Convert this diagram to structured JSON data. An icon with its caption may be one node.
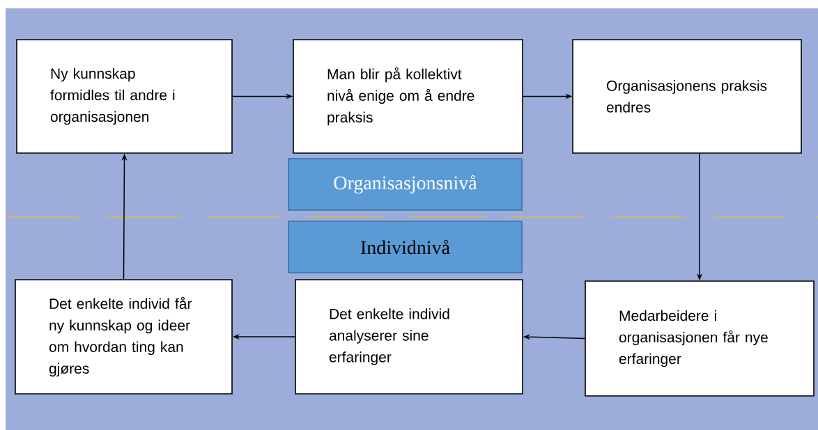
{
  "diagram": {
    "nodes": [
      {
        "text": [
          "Ny kunnskap formidles til andre i organisasjonen"
        ]
      },
      {
        "text": [
          "Man blir på kollektivt nivå enige om å endre praksis"
        ]
      },
      {
        "text": [
          "Organisasjonens praksis endres"
        ]
      },
      {
        "text": [
          "Organisasjonsnivå"
        ]
      },
      {
        "text": [
          "Individnivå"
        ]
      },
      {
        "text": [
          "Det enkelte individ får ny kunnskap og ideer om hvordan ting kan gjøres"
        ]
      },
      {
        "text": [
          "Det enkelte individ analyserer sine erfaringer"
        ]
      },
      {
        "text": [
          "Medarbeidere i organisasjonen får nye erfaringer"
        ]
      }
    ],
    "edges": [
      {
        "from": 0,
        "to": 1,
        "arrow": "to"
      },
      {
        "from": 1,
        "to": 2,
        "arrow": "to"
      },
      {
        "from": 2,
        "to": 7,
        "arrow": "to"
      },
      {
        "from": 7,
        "to": 6,
        "arrow": "to"
      },
      {
        "from": 6,
        "to": 5,
        "arrow": "to"
      },
      {
        "from": 5,
        "to": 0,
        "arrow": "to"
      }
    ]
  }
}
